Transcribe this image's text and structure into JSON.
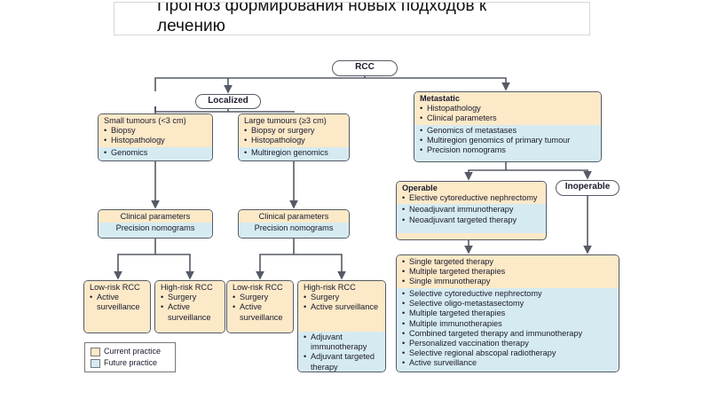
{
  "title": "Прогноз формирования новых подходов к\nлечению",
  "rcc": "RCC",
  "localized": "Localized",
  "metastatic": {
    "header": "Metastatic",
    "current": [
      "Histopathology",
      "Clinical parameters"
    ],
    "future": [
      "Genomics of metastases",
      "Multiregion genomics of primary tumour",
      "Precision nomograms"
    ]
  },
  "small": {
    "header": "Small tumours (<3 cm)",
    "current": [
      "Biopsy",
      "Histopathology"
    ],
    "future": [
      "Genomics"
    ]
  },
  "large": {
    "header": "Large tumours (≥3 cm)",
    "current": [
      "Biopsy or surgery",
      "Histopathology"
    ],
    "future": [
      "Multiregion genomics"
    ]
  },
  "clin_left": {
    "current": "Clinical parameters",
    "future": "Precision nomograms"
  },
  "clin_right": {
    "current": "Clinical parameters",
    "future": "Precision nomograms"
  },
  "low1": {
    "header": "Low-risk RCC",
    "current": [
      "Active surveillance"
    ]
  },
  "high1": {
    "header": "High-risk RCC",
    "current": [
      "Surgery",
      "Active surveillance"
    ]
  },
  "low2": {
    "header": "Low-risk RCC",
    "current": [
      "Surgery",
      "Active surveillance"
    ]
  },
  "high2": {
    "header": "High-risk RCC",
    "current": [
      "Surgery",
      "Active surveillance"
    ],
    "future": [
      "Adjuvant immunotherapy",
      "Adjuvant targeted therapy"
    ]
  },
  "operable": {
    "header": "Operable",
    "current": [
      "Elective cytoreductive nephrectomy"
    ],
    "future": [
      "Neoadjuvant immunotherapy",
      "Neoadjuvant targeted therapy"
    ]
  },
  "inoperable": "Inoperable",
  "treatments": {
    "current": [
      "Single targeted therapy",
      "Multiple targeted therapies",
      "Single immunotherapy"
    ],
    "future": [
      "Selective cytoreductive nephrectomy",
      "Selective oligo-metastasectomy",
      "Multiple targeted therapies",
      "Multiple immunotherapies",
      "Combined targeted therapy and immunotherapy",
      "Personalized vaccination therapy",
      "Selective regional abscopal radiotherapy",
      "Active surveillance"
    ]
  },
  "legend": {
    "current": "Current practice",
    "future": "Future practice"
  },
  "colors": {
    "current": "#fce9c7",
    "future": "#d6ebf1",
    "line": "#555a66"
  }
}
